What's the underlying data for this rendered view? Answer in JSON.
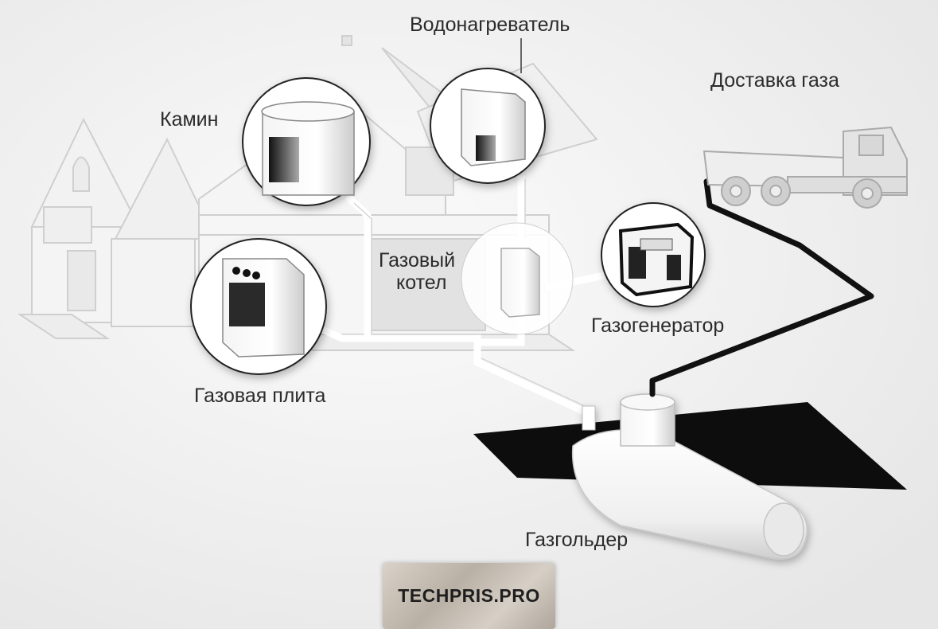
{
  "labels": {
    "fireplace": "Камин",
    "water_heater": "Водонагреватель",
    "gas_delivery": "Доставка газа",
    "gas_boiler_line1": "Газовый",
    "gas_boiler_line2": "котел",
    "gas_generator": "Газогенератор",
    "gas_stove": "Газовая плита",
    "gas_holder": "Газгольдер"
  },
  "watermark": "TECHPRIS.PRO",
  "colors": {
    "background": "#f3f3f3",
    "pipe": "#111111",
    "pit": "#0d0d0d",
    "house_lines": "#cfcfcf"
  }
}
